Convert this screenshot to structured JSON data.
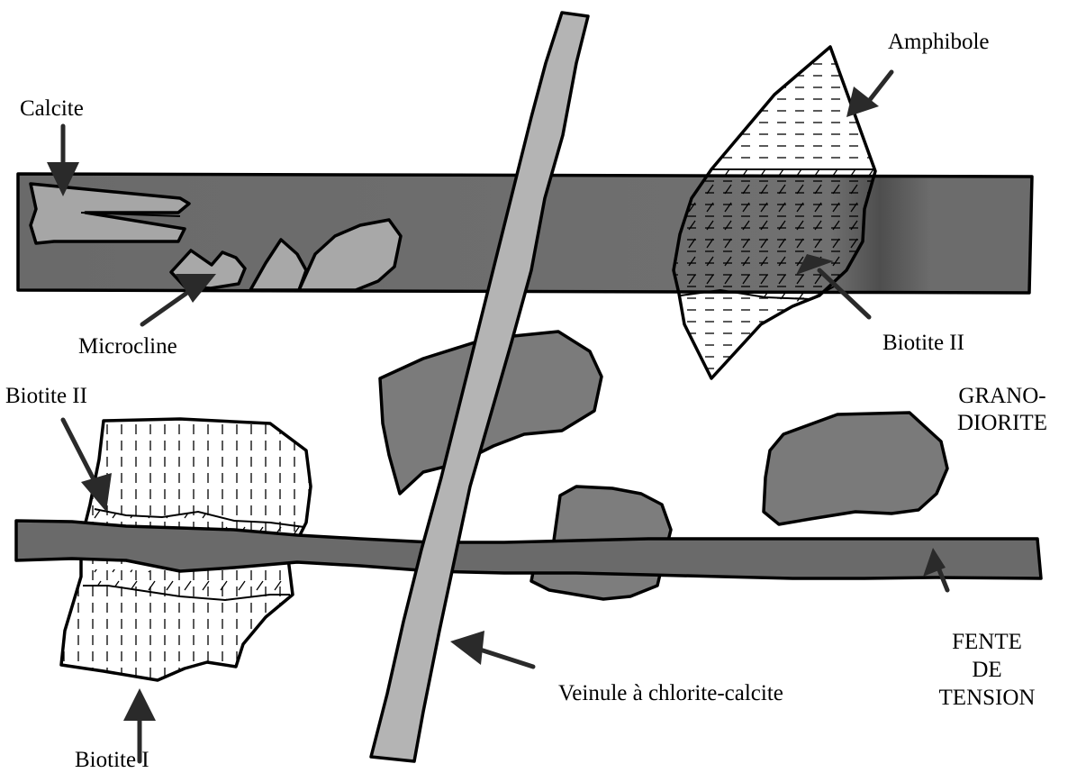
{
  "labels": {
    "calcite": "Calcite",
    "microcline": "Microcline",
    "amphibole": "Amphibole",
    "biotite_ii_upper": "Biotite II",
    "biotite_ii_lower": "Biotite II",
    "biotite_i": "Biotite I",
    "veinule": "Veinule à chlorite-calcite",
    "grano_line1": "GRANO-",
    "grano_line2": "DIORITE",
    "fente_line1": "FENTE",
    "fente_line2": "DE",
    "fente_line3": "TENSION"
  },
  "colors": {
    "dark_band": "#6e6e6e",
    "medium_grain": "#7a7a7a",
    "light_grain": "#a8a8a8",
    "vein": "#b4b4b4",
    "outline": "#000000",
    "arrow": "#2a2a2a"
  }
}
